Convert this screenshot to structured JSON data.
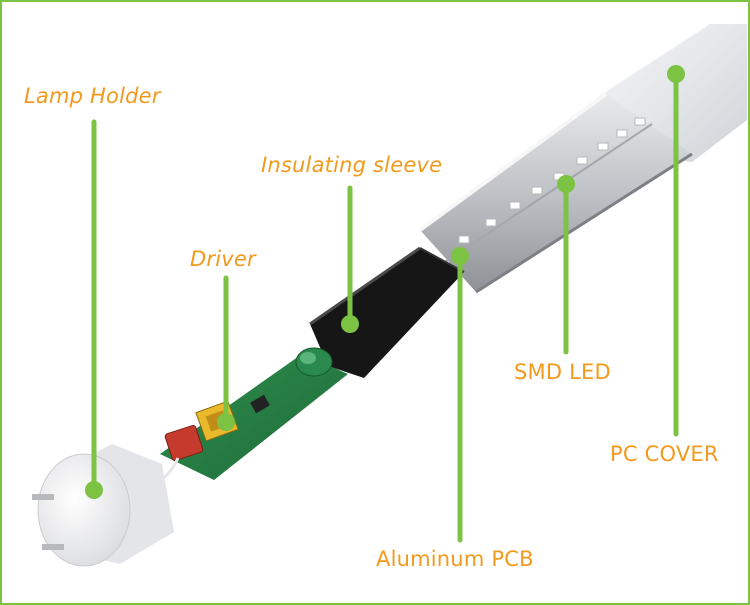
{
  "labels": {
    "lamp_holder": "Lamp Holder",
    "insulating_sleeve": "Insulating sleeve",
    "driver": "Driver",
    "smd_led": "SMD LED",
    "pc_cover": "PC COVER",
    "aluminum_pcb": "Aluminum PCB"
  },
  "colors": {
    "accent_green": "#7cc243",
    "label_orange": "#f39a1d",
    "frame_border": "#7cc243"
  }
}
